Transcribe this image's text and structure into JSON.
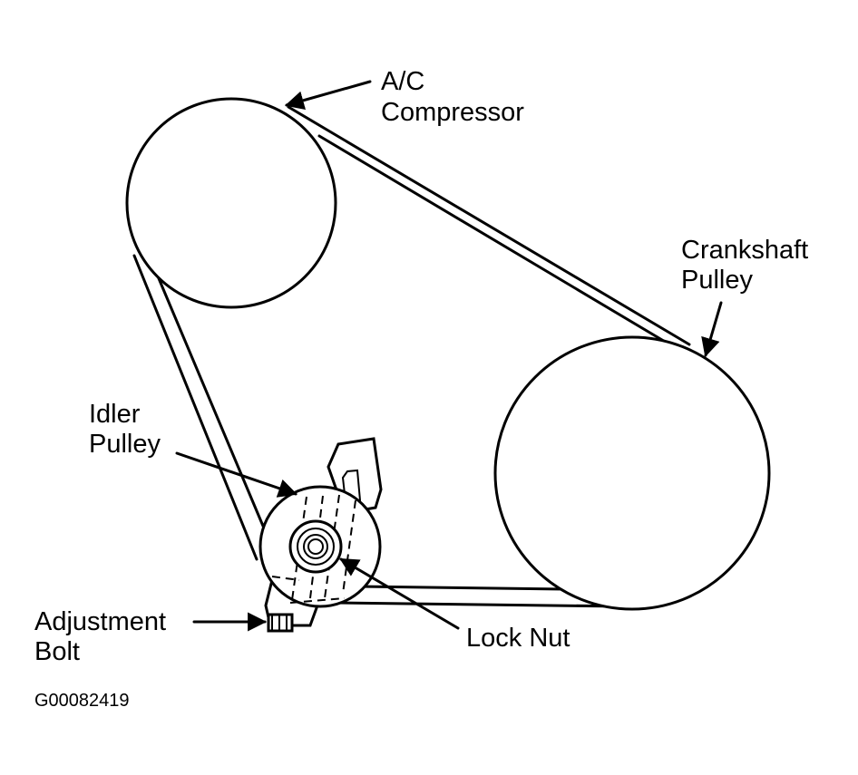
{
  "labels": {
    "ac_compressor_line1": "A/C",
    "ac_compressor_line2": "Compressor",
    "crankshaft_line1": "Crankshaft",
    "crankshaft_line2": "Pulley",
    "idler_line1": "Idler",
    "idler_line2": "Pulley",
    "adjustment_line1": "Adjustment",
    "adjustment_line2": "Bolt",
    "lock_nut": "Lock Nut"
  },
  "figure_id": "G00082419",
  "colors": {
    "ink": "#000000",
    "paper": "#ffffff"
  }
}
